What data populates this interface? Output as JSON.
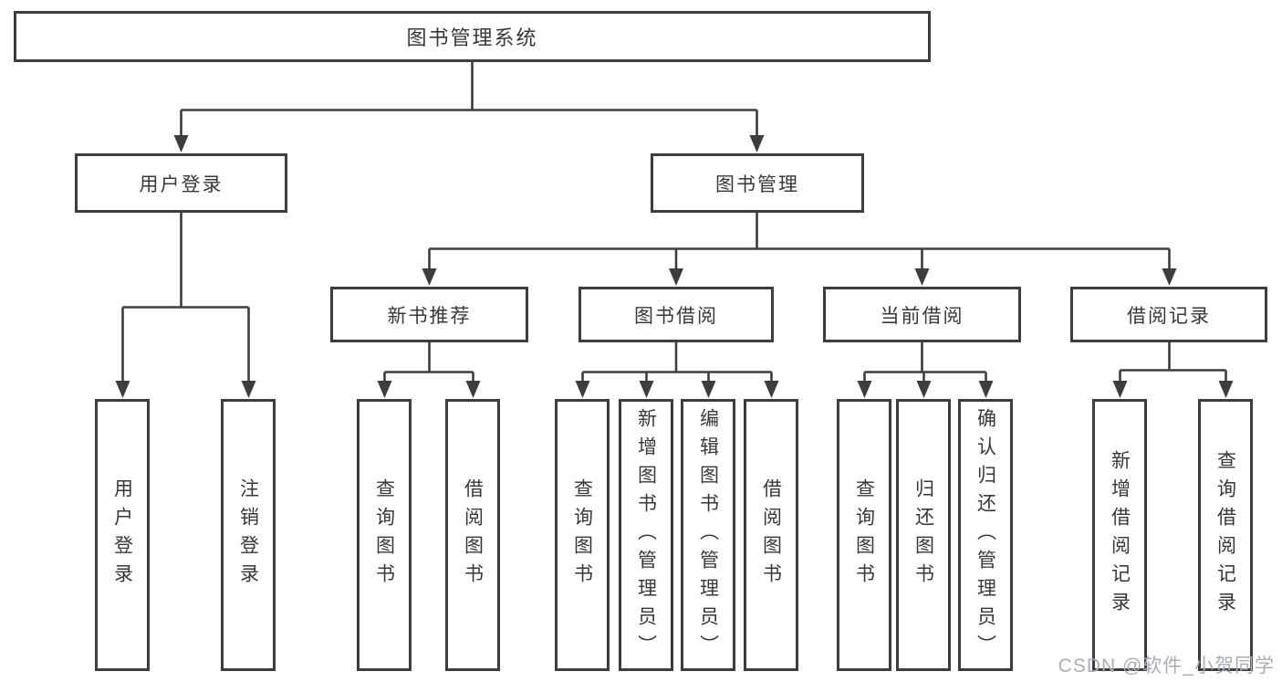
{
  "diagram": {
    "root_label": "图书管理系统",
    "level2": [
      {
        "label": "用户登录",
        "leaves": [
          "用户登录",
          "注销登录"
        ]
      },
      {
        "label": "图书管理"
      }
    ],
    "level3": [
      {
        "label": "新书推荐",
        "leaves": [
          "查询图书",
          "借阅图书"
        ]
      },
      {
        "label": "图书借阅",
        "leaves": [
          "查询图书",
          "新增图书（管理员）",
          "编辑图书（管理员）",
          "借阅图书"
        ]
      },
      {
        "label": "当前借阅",
        "leaves": [
          "查询图书",
          "归还图书",
          "确认归还（管理员）"
        ]
      },
      {
        "label": "借阅记录",
        "leaves": [
          "新增借阅记录",
          "查询借阅记录"
        ]
      }
    ]
  },
  "watermark": {
    "text": "CSDN @软件_小贺同学"
  },
  "colors": {
    "line": "#3d3d3f",
    "text": "#38383a",
    "watermark": "#a9aeb5",
    "background": "#ffffff"
  }
}
